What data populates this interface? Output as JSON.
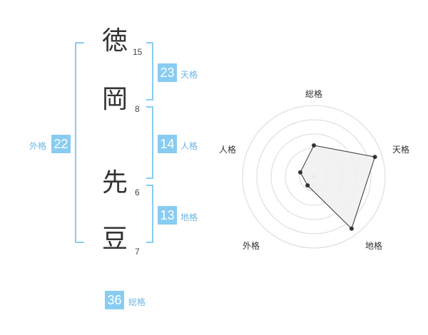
{
  "name": {
    "characters": [
      "徳",
      "岡",
      "先",
      "豆"
    ],
    "strokes": [
      "15",
      "8",
      "6",
      "7"
    ]
  },
  "kakusu": {
    "tenkaku": {
      "value": "23",
      "label": "天格"
    },
    "jinkaku": {
      "value": "14",
      "label": "人格"
    },
    "chikaku": {
      "value": "13",
      "label": "地格"
    },
    "gaikaku": {
      "value": "22",
      "label": "外格"
    },
    "soukaku": {
      "value": "36",
      "label": "総格"
    }
  },
  "radar": {
    "axes": [
      "総格",
      "天格",
      "地格",
      "外格",
      "人格"
    ],
    "values": [
      0.44,
      0.9,
      0.9,
      0.15,
      0.2
    ],
    "fill_color": "#f0f0f0",
    "line_color": "#333333",
    "ring_color": "#d9d9d9"
  },
  "colors": {
    "accent": "#88ccf2",
    "bracket": "#88ccf2",
    "label": "#6fb6e3"
  }
}
